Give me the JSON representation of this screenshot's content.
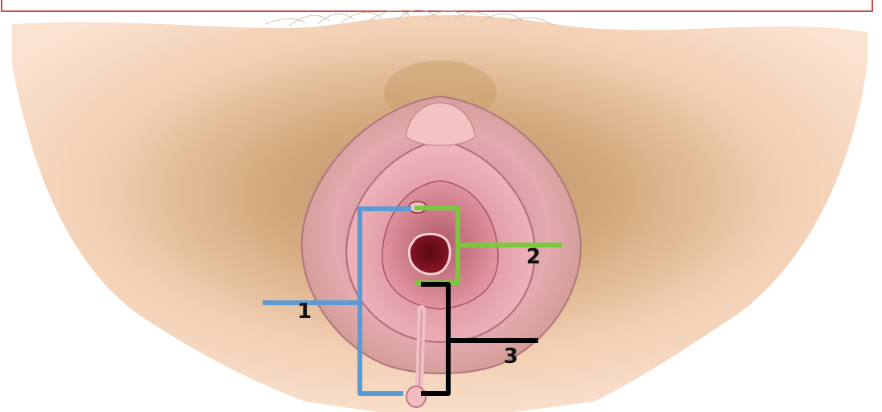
{
  "labels": {
    "one": "1",
    "two": "2",
    "three": "3"
  },
  "colors": {
    "bracket_1": "#5b9bd5",
    "bracket_2": "#7dc63f",
    "bracket_3": "#000000",
    "frame": "#c0504d"
  }
}
